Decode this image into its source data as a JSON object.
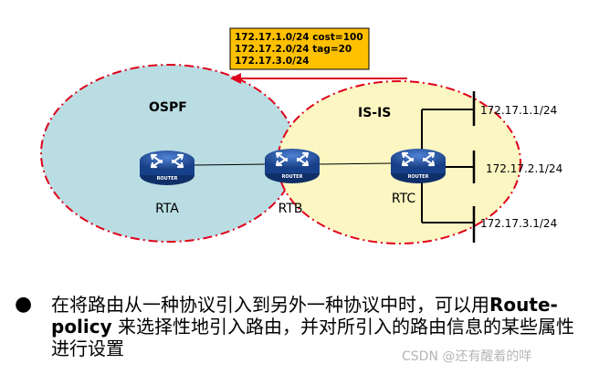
{
  "routes_box": {
    "lines": [
      "172.17.1.0/24 cost=100",
      "172.17.2.0/24 tag=20",
      "172.17.3.0/24"
    ]
  },
  "areas": {
    "ospf_label": "OSPF",
    "isis_label": "IS-IS"
  },
  "routers": [
    {
      "name": "RTA",
      "icon_label": "ROUTER"
    },
    {
      "name": "RTB",
      "icon_label": "ROUTER"
    },
    {
      "name": "RTC",
      "icon_label": "ROUTER"
    }
  ],
  "networks": [
    "172.17.1.1/24",
    "172.17.2.1/24",
    "172.17.3.1/24"
  ],
  "bullet": {
    "before": "在将路由从一种协议引入到另外一种协议中时，可以用",
    "bold": "Route-policy",
    "after": " 来选择性地引入路由，并对所引入的路由信息的某些属性进行设置"
  },
  "watermark": "CSDN @还有醒着的咩",
  "colors": {
    "ospf_fill": "#b9dde2",
    "isis_fill": "#fbf6c2",
    "boundary": "#e0001b",
    "box_fill": "#ffc000",
    "router_blue": "#1f4e9c"
  }
}
